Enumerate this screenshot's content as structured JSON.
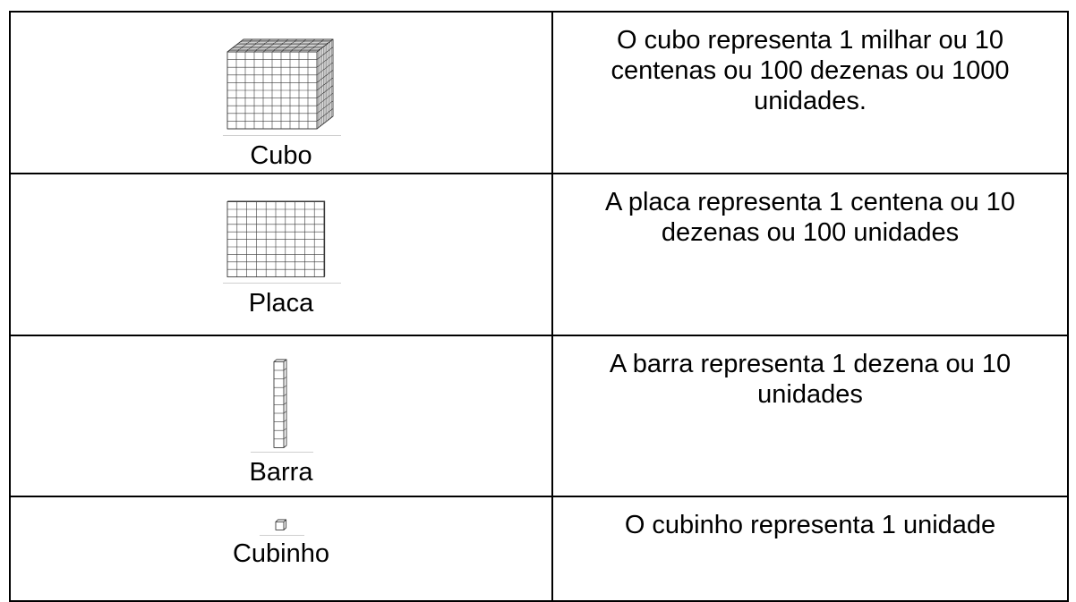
{
  "table": {
    "rows": [
      {
        "name": "Cubo",
        "description": "O cubo representa 1 milhar ou 10 centenas ou 100 dezenas ou 1000 unidades.",
        "icon": "thousand-cube-icon"
      },
      {
        "name": "Placa",
        "description": "A placa representa 1 centena ou 10 dezenas ou 100 unidades",
        "icon": "hundred-flat-icon"
      },
      {
        "name": "Barra",
        "description": "A barra representa 1 dezena ou 10 unidades",
        "icon": "ten-rod-icon"
      },
      {
        "name": "Cubinho",
        "description": "O cubinho representa 1 unidade",
        "icon": "unit-cube-icon"
      }
    ]
  },
  "colors": {
    "border": "#000000",
    "block_stroke": "#3a3a3a",
    "block_fill": "#ffffff"
  }
}
